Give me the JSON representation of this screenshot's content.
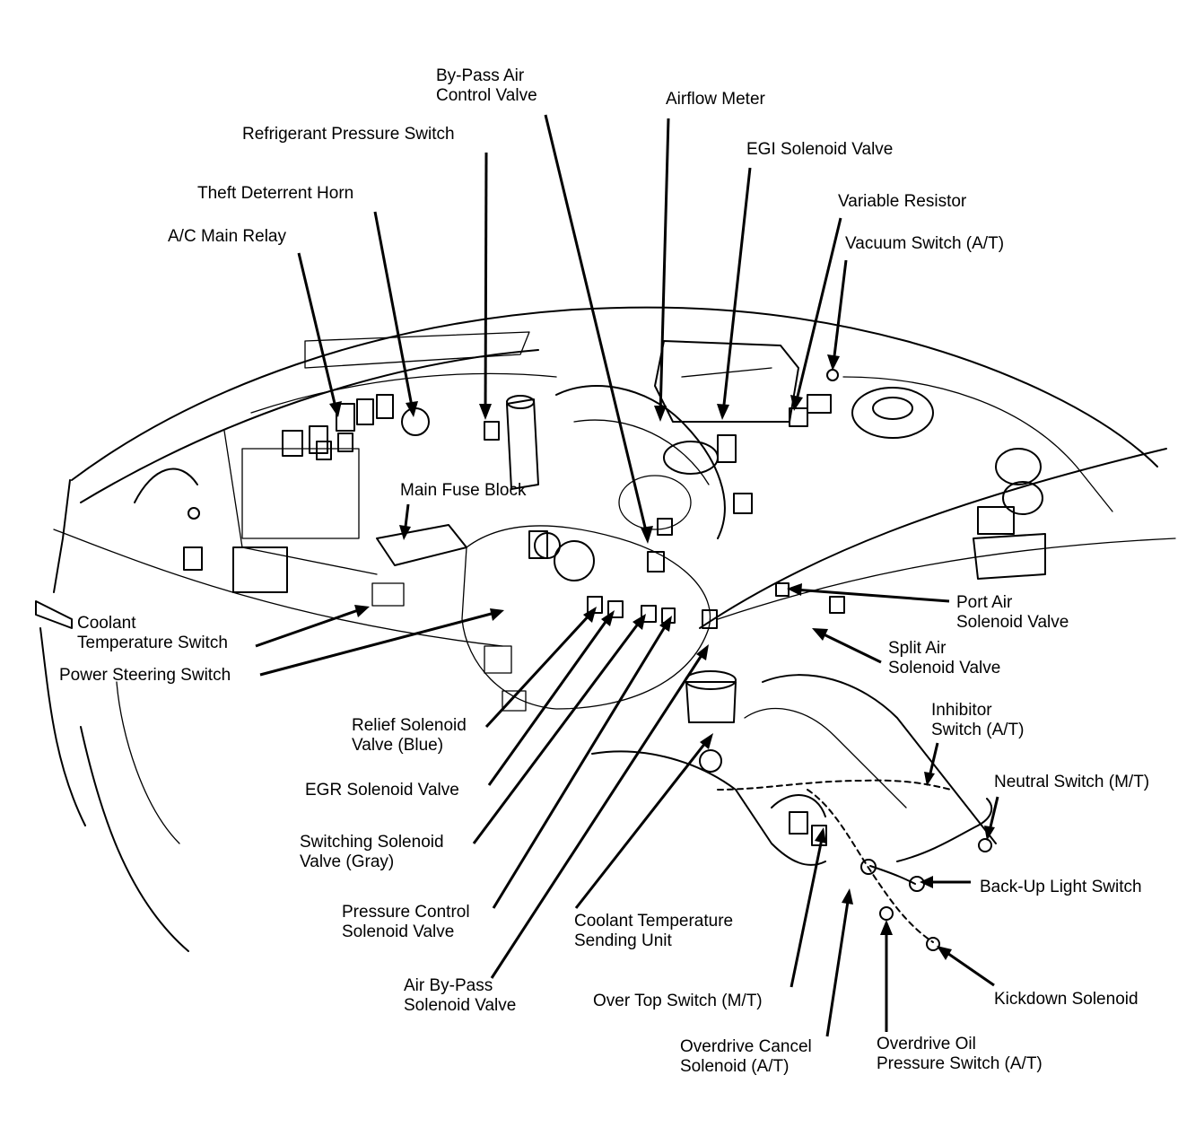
{
  "labels": {
    "bypass_air_control_valve": [
      "By-Pass Air",
      "Control Valve"
    ],
    "airflow_meter": "Airflow Meter",
    "refrigerant_pressure_switch": "Refrigerant Pressure Switch",
    "egi_solenoid_valve": "EGI Solenoid Valve",
    "theft_deterrent_horn": "Theft Deterrent Horn",
    "variable_resistor": "Variable Resistor",
    "ac_main_relay": "A/C Main Relay",
    "vacuum_switch": "Vacuum Switch (A/T)",
    "main_fuse_block": "Main Fuse Block",
    "coolant_temperature_switch": [
      "Coolant",
      "Temperature Switch"
    ],
    "power_steering_switch": "Power Steering Switch",
    "port_air_solenoid_valve": [
      "Port Air",
      "Solenoid Valve"
    ],
    "split_air_solenoid_valve": [
      "Split Air",
      "Solenoid Valve"
    ],
    "inhibitor_switch": [
      "Inhibitor",
      "Switch (A/T)"
    ],
    "relief_solenoid_valve": [
      "Relief Solenoid",
      "Valve (Blue)"
    ],
    "neutral_switch": "Neutral Switch (M/T)",
    "egr_solenoid_valve": "EGR Solenoid Valve",
    "switching_solenoid_valve": [
      "Switching Solenoid",
      "Valve (Gray)"
    ],
    "back_up_light_switch": "Back-Up Light Switch",
    "pressure_control_solenoid_valve": [
      "Pressure Control",
      "Solenoid Valve"
    ],
    "coolant_temperature_sending_unit": [
      "Coolant Temperature",
      "Sending Unit"
    ],
    "air_bypass_solenoid_valve": [
      "Air By-Pass",
      "Solenoid Valve"
    ],
    "over_top_switch": "Over Top Switch (M/T)",
    "kickdown_solenoid": "Kickdown Solenoid",
    "overdrive_cancel_solenoid": [
      "Overdrive Cancel",
      "Solenoid (A/T)"
    ],
    "overdrive_oil_pressure_switch": [
      "Overdrive Oil",
      "Pressure Switch (A/T)"
    ]
  },
  "colors": {
    "ink": "#000000",
    "paper": "#ffffff"
  }
}
